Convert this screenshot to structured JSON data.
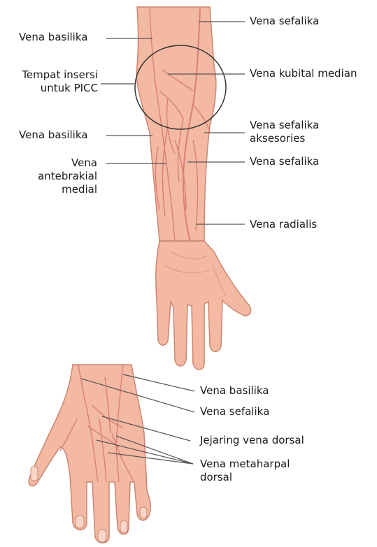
{
  "labels": {
    "vena_basilika_upper": "Vena basilika",
    "tempat_insersi_1": "Tempat insersi",
    "tempat_insersi_2": "untuk PICC",
    "vena_basilika_mid": "Vena basilika",
    "vena_antebrakial_1": "Vena",
    "vena_antebrakial_2": "antebrakial",
    "vena_antebrakial_3": "medial",
    "vena_sefalika_top": "Vena sefalika",
    "vena_kubital_median": "Vena kubital median",
    "vena_sefalika_aksesories_1": "Vena sefalika",
    "vena_sefalika_aksesories_2": "aksesories",
    "vena_sefalika_mid": "Vena sefalika",
    "vena_radialis": "Vena radialis",
    "hand_vena_basilika": "Vena basilika",
    "hand_vena_sefalika": "Vena sefalika",
    "jejaring_vena_dorsal": "Jejaring vena dorsal",
    "vena_metaharpal_1": "Vena metaharpal",
    "vena_metaharpal_2": "dorsal"
  },
  "colors": {
    "skin": "#f4b9a3",
    "skin_shadow": "#e39a84",
    "skin_outline": "#c98670",
    "vein": "#d77f7a",
    "leader": "#555555"
  }
}
